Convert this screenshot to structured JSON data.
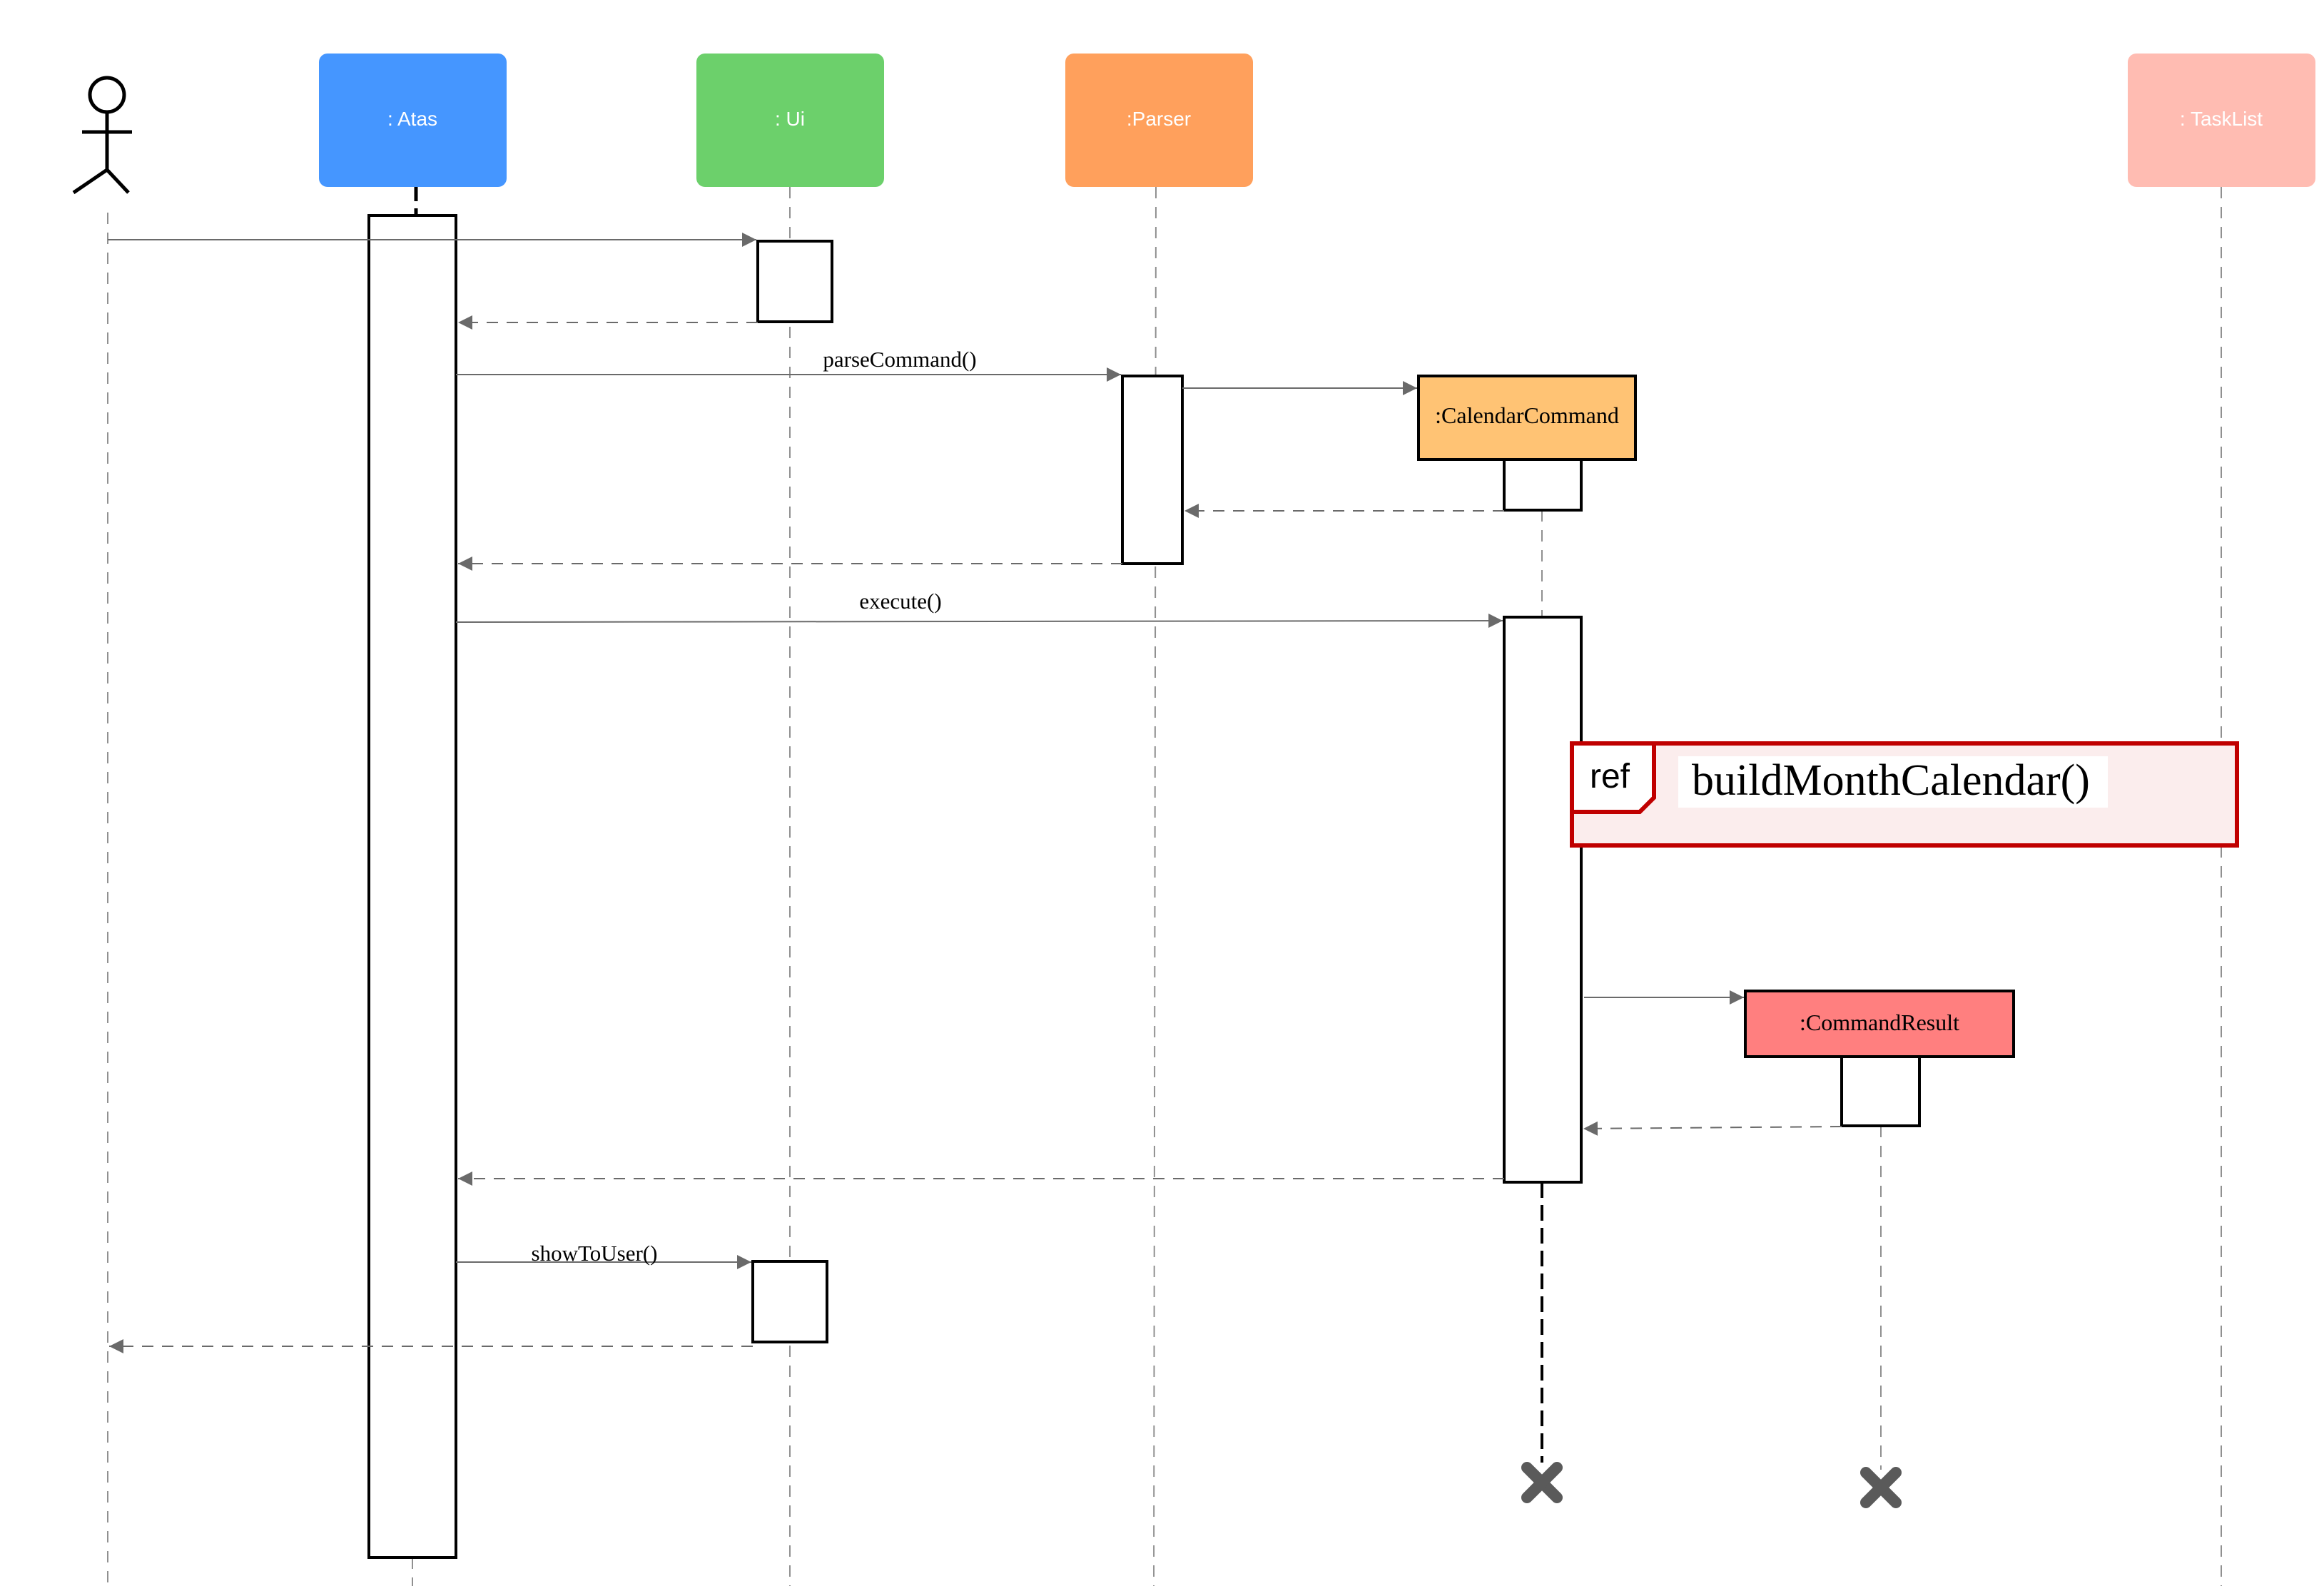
{
  "diagram_type": "UML sequence diagram",
  "actor": {
    "label": "",
    "icon": "stick-figure-icon"
  },
  "participants": [
    {
      "id": "atas",
      "label": ": Atas",
      "color": "#4596FF"
    },
    {
      "id": "ui",
      "label": ": Ui",
      "color": "#6CD06B"
    },
    {
      "id": "parser",
      "label": ":Parser",
      "color": "#FFA05C"
    },
    {
      "id": "tasklist",
      "label": ": TaskList",
      "color": "#FFBCB2"
    }
  ],
  "created_objects": [
    {
      "id": "calendar_command",
      "label": ":CalendarCommand",
      "color": "#FFC374"
    },
    {
      "id": "command_result",
      "label": ":CommandResult",
      "color": "#FF7F7F"
    }
  ],
  "messages": [
    {
      "id": "m1",
      "from": "actor",
      "to": "ui",
      "label": "",
      "kind": "sync"
    },
    {
      "id": "m2",
      "from": "ui",
      "to": "atas",
      "label": "",
      "kind": "return"
    },
    {
      "id": "m3",
      "from": "atas",
      "to": "parser",
      "label": "parseCommand()",
      "kind": "sync"
    },
    {
      "id": "m4",
      "from": "parser",
      "to": "calendar_command",
      "label": "",
      "kind": "create"
    },
    {
      "id": "m5",
      "from": "calendar_command",
      "to": "parser",
      "label": "",
      "kind": "return"
    },
    {
      "id": "m6",
      "from": "parser",
      "to": "atas",
      "label": "",
      "kind": "return"
    },
    {
      "id": "m7",
      "from": "atas",
      "to": "calendar_command",
      "label": "execute()",
      "kind": "sync"
    },
    {
      "id": "m8",
      "from": "calendar_command",
      "to": "command_result",
      "label": "",
      "kind": "create"
    },
    {
      "id": "m9",
      "from": "command_result",
      "to": "calendar_command",
      "label": "",
      "kind": "return"
    },
    {
      "id": "m10",
      "from": "calendar_command",
      "to": "atas",
      "label": "",
      "kind": "return"
    },
    {
      "id": "m11",
      "from": "atas",
      "to": "ui",
      "label": "showToUser()",
      "kind": "sync"
    },
    {
      "id": "m12",
      "from": "ui",
      "to": "actor",
      "label": "",
      "kind": "return"
    }
  ],
  "ref_frame": {
    "tag": "ref",
    "label": "buildMonthCalendar()",
    "border_color": "#C00000",
    "fill": "#FBEDED"
  },
  "destroyed": [
    "calendar_command",
    "command_result"
  ],
  "colors": {
    "line": "#000000",
    "arrow": "#6A6A6A",
    "lifeline": "#909090",
    "destroy": "#5A5A5A"
  }
}
